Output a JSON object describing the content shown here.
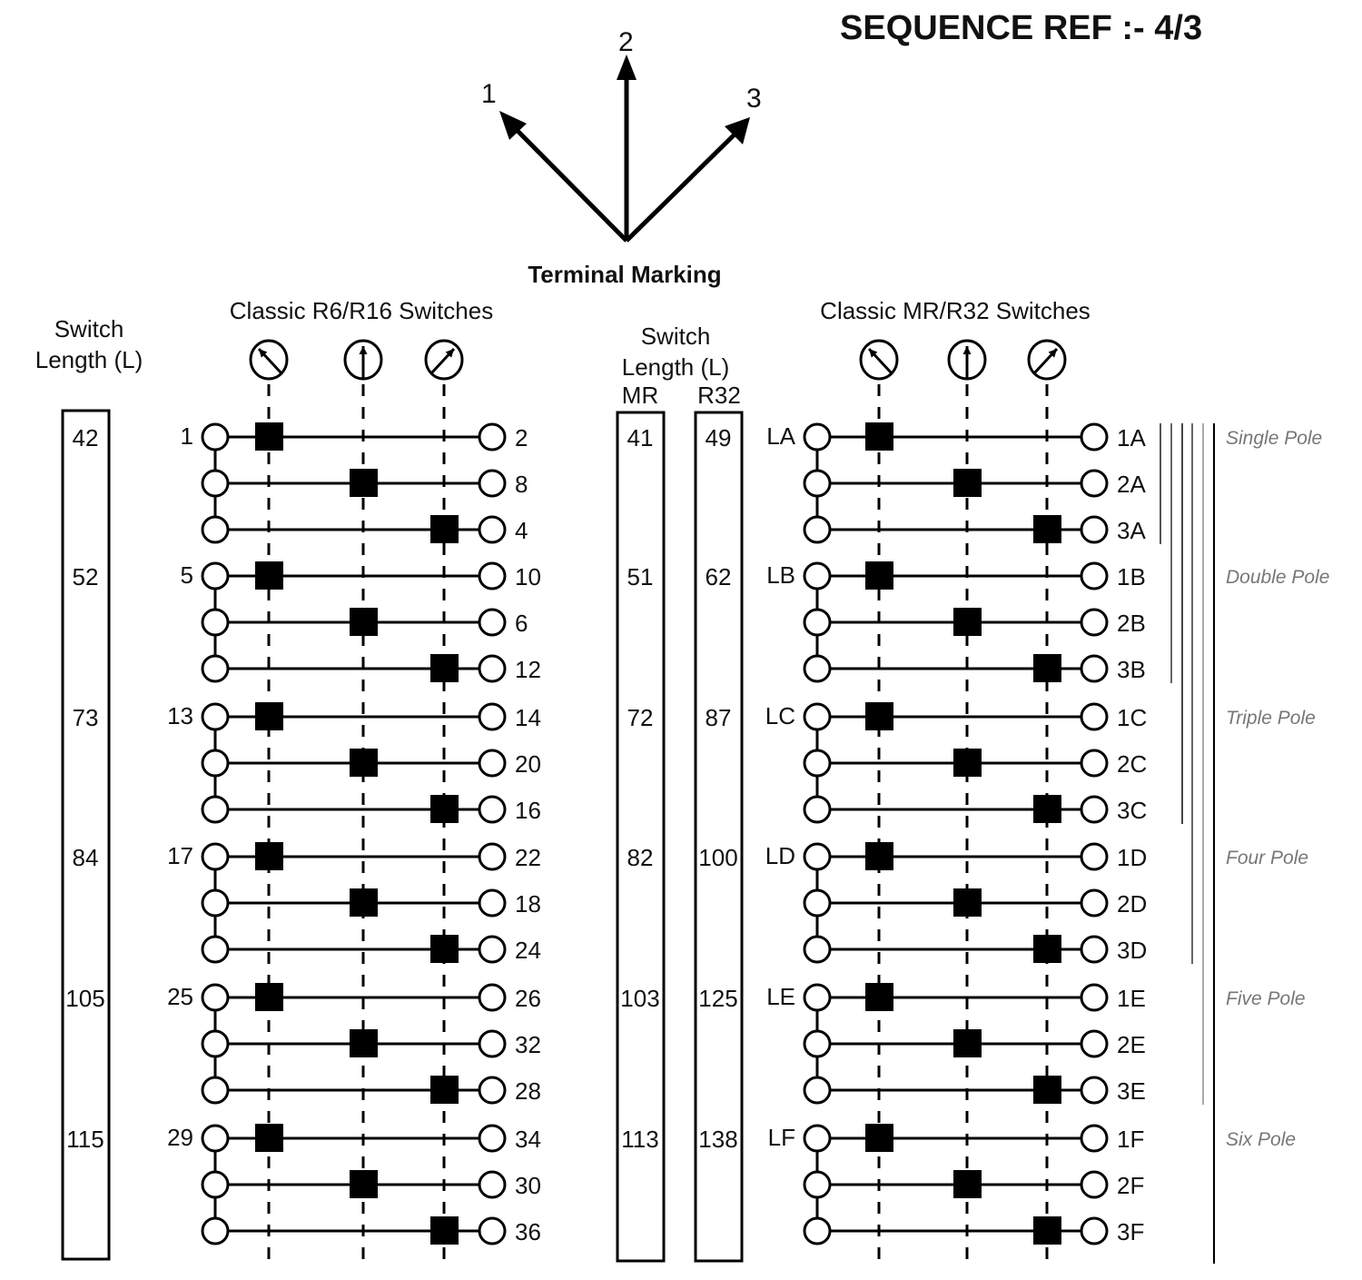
{
  "title": "SEQUENCE  REF :- 4/3",
  "terminal_marking": {
    "label": "Terminal Marking",
    "arrows": [
      "1",
      "2",
      "3"
    ]
  },
  "left_panel": {
    "header": "Classic R6/R16 Switches",
    "length_header": [
      "Switch",
      "Length (L)"
    ],
    "positions": [
      "dial-left",
      "dial-up",
      "dial-right"
    ],
    "groups": [
      {
        "length": "42",
        "start": "1",
        "rows": [
          {
            "pos": 0,
            "out": "2"
          },
          {
            "pos": 1,
            "out": "8"
          },
          {
            "pos": 2,
            "out": "4"
          }
        ]
      },
      {
        "length": "52",
        "start": "5",
        "rows": [
          {
            "pos": 0,
            "out": "10"
          },
          {
            "pos": 1,
            "out": "6"
          },
          {
            "pos": 2,
            "out": "12"
          }
        ]
      },
      {
        "length": "73",
        "start": "13",
        "rows": [
          {
            "pos": 0,
            "out": "14"
          },
          {
            "pos": 1,
            "out": "20"
          },
          {
            "pos": 2,
            "out": "16"
          }
        ]
      },
      {
        "length": "84",
        "start": "17",
        "rows": [
          {
            "pos": 0,
            "out": "22"
          },
          {
            "pos": 1,
            "out": "18"
          },
          {
            "pos": 2,
            "out": "24"
          }
        ]
      },
      {
        "length": "105",
        "start": "25",
        "rows": [
          {
            "pos": 0,
            "out": "26"
          },
          {
            "pos": 1,
            "out": "32"
          },
          {
            "pos": 2,
            "out": "28"
          }
        ]
      },
      {
        "length": "115",
        "start": "29",
        "rows": [
          {
            "pos": 0,
            "out": "34"
          },
          {
            "pos": 1,
            "out": "30"
          },
          {
            "pos": 2,
            "out": "36"
          }
        ]
      }
    ]
  },
  "right_panel": {
    "header": "Classic MR/R32 Switches",
    "length_header": [
      "Switch",
      "Length (L)"
    ],
    "column_headers": [
      "MR",
      "R32"
    ],
    "groups": [
      {
        "mr": "41",
        "r32": "49",
        "start": "LA",
        "rows": [
          {
            "pos": 0,
            "out": "1A"
          },
          {
            "pos": 1,
            "out": "2A"
          },
          {
            "pos": 2,
            "out": "3A"
          }
        ],
        "pole": "Single Pole"
      },
      {
        "mr": "51",
        "r32": "62",
        "start": "LB",
        "rows": [
          {
            "pos": 0,
            "out": "1B"
          },
          {
            "pos": 1,
            "out": "2B"
          },
          {
            "pos": 2,
            "out": "3B"
          }
        ],
        "pole": "Double Pole"
      },
      {
        "mr": "72",
        "r32": "87",
        "start": "LC",
        "rows": [
          {
            "pos": 0,
            "out": "1C"
          },
          {
            "pos": 1,
            "out": "2C"
          },
          {
            "pos": 2,
            "out": "3C"
          }
        ],
        "pole": "Triple Pole"
      },
      {
        "mr": "82",
        "r32": "100",
        "start": "LD",
        "rows": [
          {
            "pos": 0,
            "out": "1D"
          },
          {
            "pos": 1,
            "out": "2D"
          },
          {
            "pos": 2,
            "out": "3D"
          }
        ],
        "pole": "Four Pole"
      },
      {
        "mr": "103",
        "r32": "125",
        "start": "LE",
        "rows": [
          {
            "pos": 0,
            "out": "1E"
          },
          {
            "pos": 1,
            "out": "2E"
          },
          {
            "pos": 2,
            "out": "3E"
          }
        ],
        "pole": "Five Pole"
      },
      {
        "mr": "113",
        "r32": "138",
        "start": "LF",
        "rows": [
          {
            "pos": 0,
            "out": "1F"
          },
          {
            "pos": 1,
            "out": "2F"
          },
          {
            "pos": 2,
            "out": "3F"
          }
        ],
        "pole": "Six Pole"
      }
    ]
  }
}
